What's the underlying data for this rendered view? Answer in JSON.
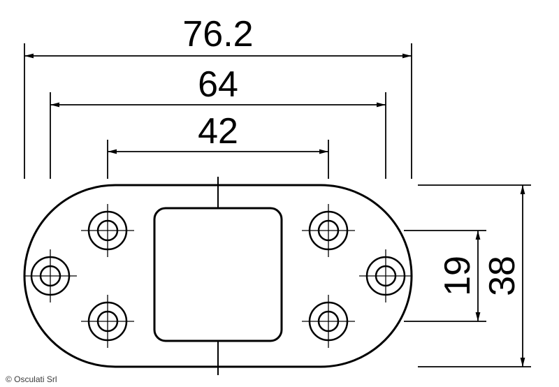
{
  "colors": {
    "line": "#000000",
    "background": "#ffffff",
    "copyright_text": "#3a3a3a"
  },
  "dimensions": {
    "overall_width": "76.2",
    "outer_hole_spacing": "64",
    "inner_hole_spacing": "42",
    "hole_row_spacing": "19",
    "overall_height": "38"
  },
  "copyright": "© Osculati Srl"
}
